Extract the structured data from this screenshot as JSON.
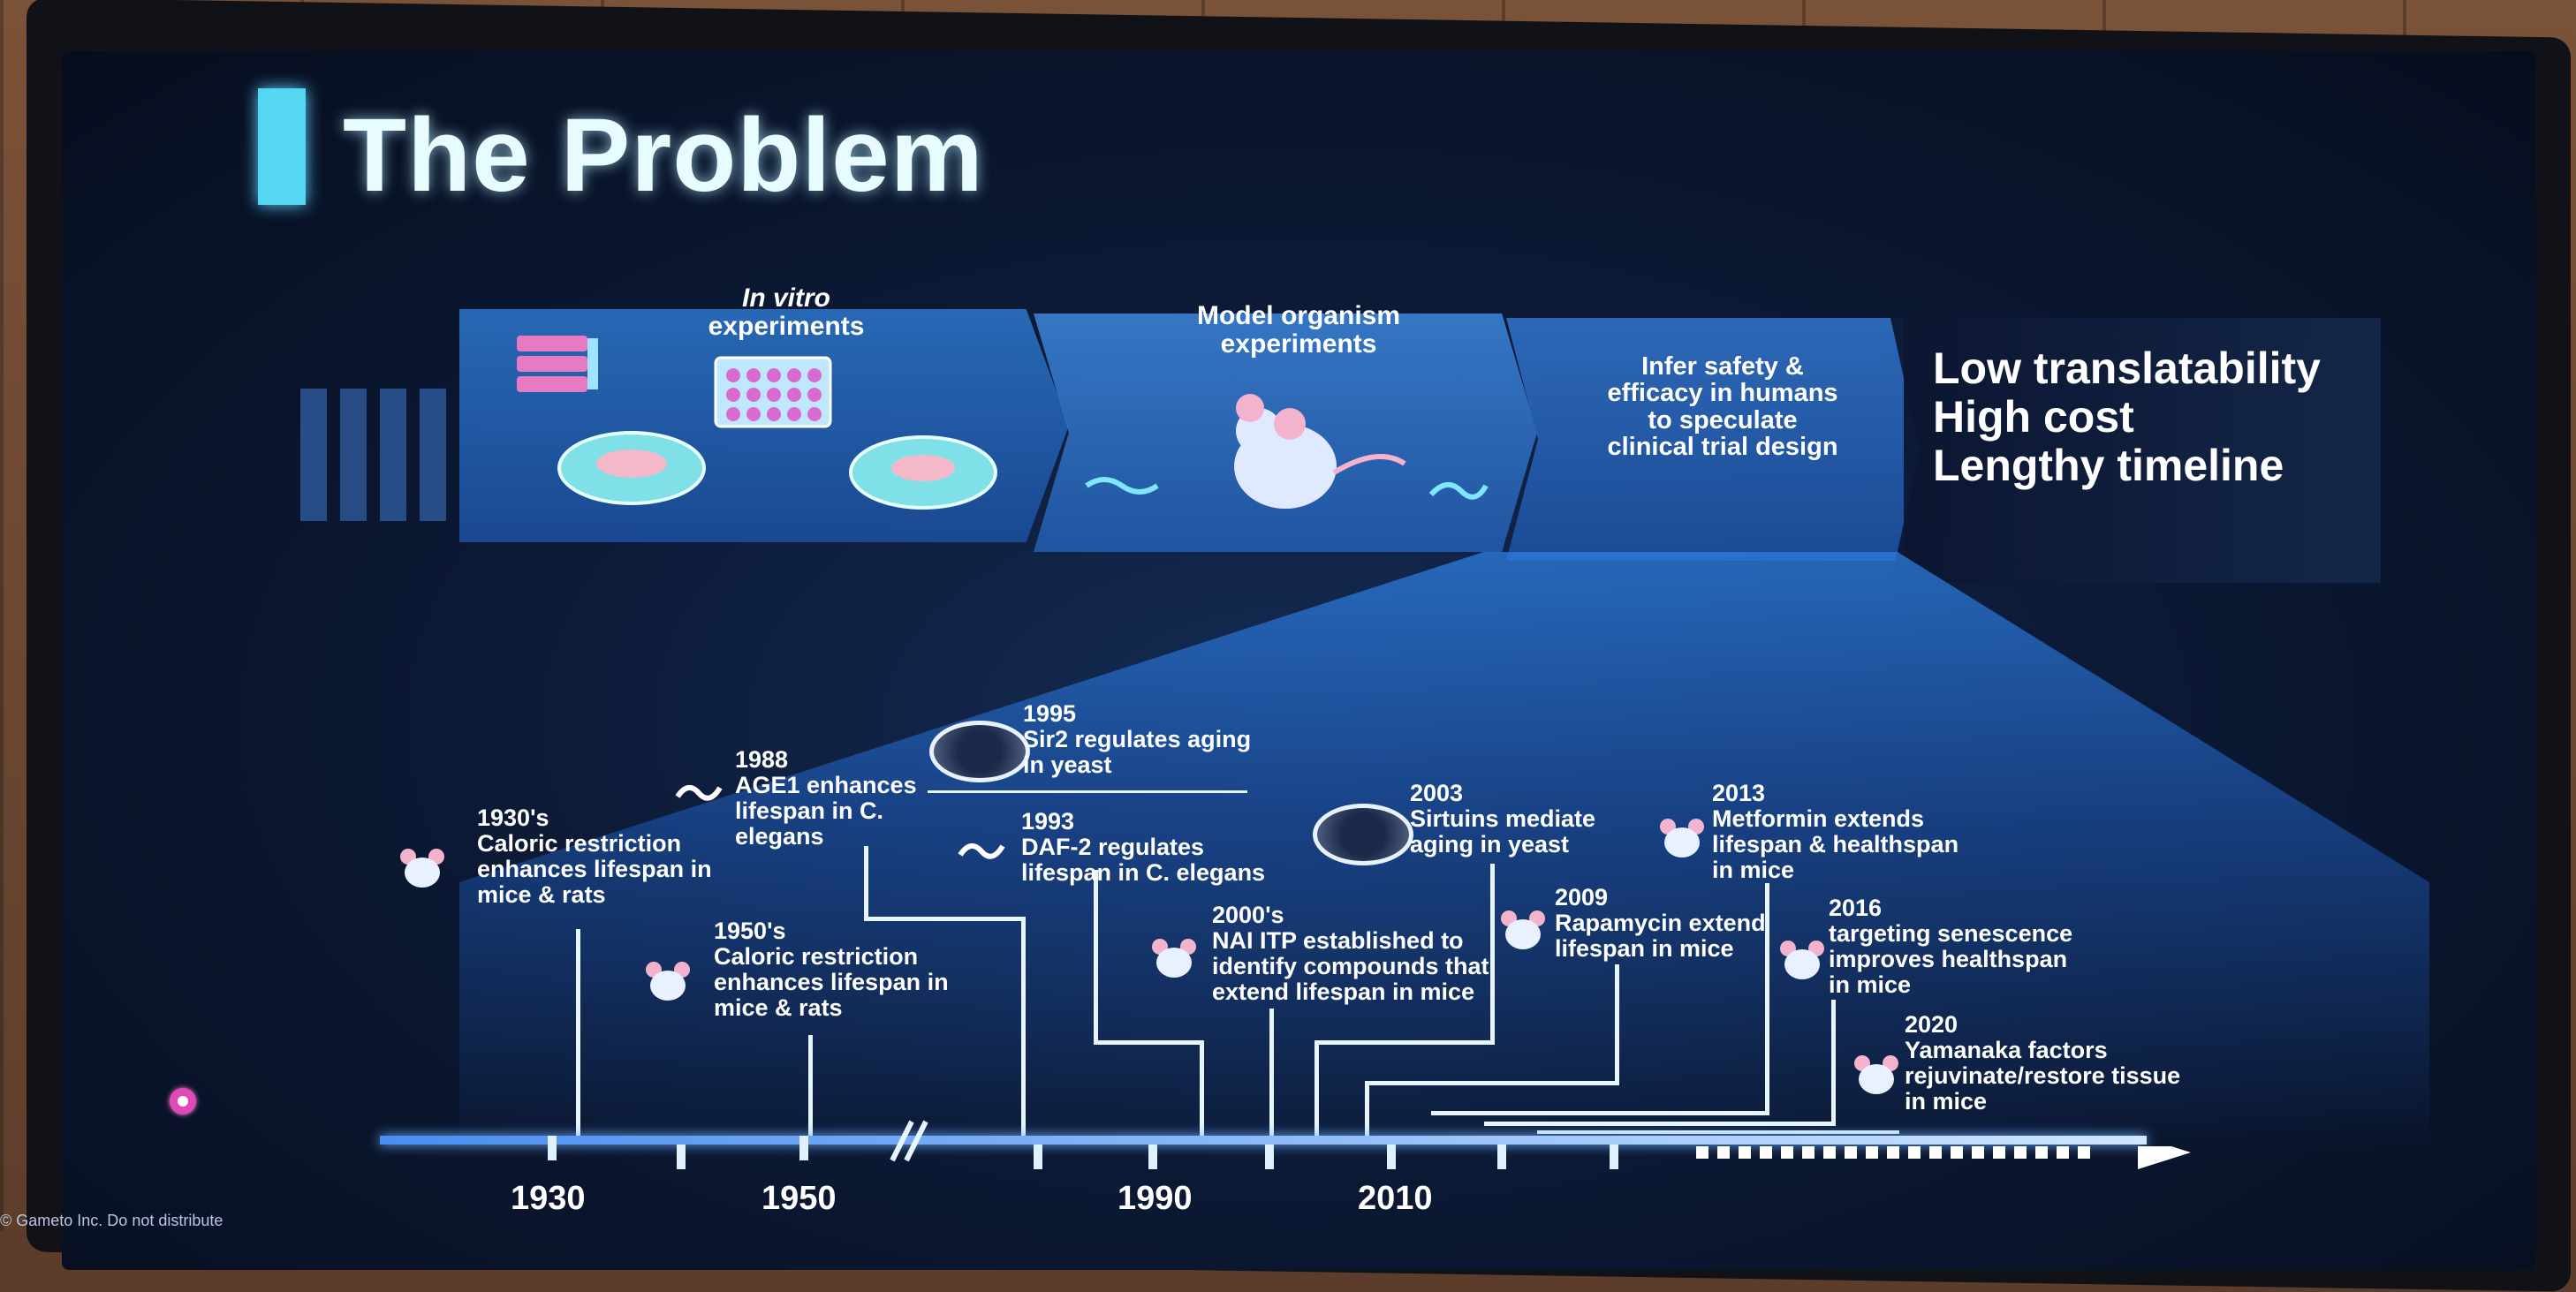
{
  "slide": {
    "title": "The Problem"
  },
  "pipeline": {
    "invitro_label_1": "In vitro",
    "invitro_label_2": "experiments",
    "model_label_1": "Model organism",
    "model_label_2": "experiments",
    "infer_label": [
      "Infer safety &",
      "efficacy in humans",
      "to speculate",
      "clinical trial design"
    ],
    "claims": [
      "Low translatability",
      "High cost",
      "Lengthy timeline"
    ]
  },
  "timeline": {
    "years": [
      "1930",
      "1950",
      "1990",
      "2010"
    ],
    "events": [
      {
        "year": "1930's",
        "text": [
          "Caloric restriction",
          "enhances lifespan in",
          "mice & rats"
        ],
        "icon": "mouse-icon"
      },
      {
        "year": "1950's",
        "text": [
          "Caloric restriction",
          "enhances lifespan in",
          "mice & rats"
        ],
        "icon": "mouse-icon"
      },
      {
        "year": "1988",
        "text": [
          "AGE1 enhances",
          "lifespan in C.",
          "elegans"
        ],
        "icon": "worm-icon"
      },
      {
        "year": "1995",
        "text": [
          "Sir2 regulates aging",
          "in yeast"
        ],
        "icon": "petri-dish-icon"
      },
      {
        "year": "1993",
        "text": [
          "DAF-2 regulates",
          "lifespan in C. elegans"
        ],
        "icon": "worm-icon"
      },
      {
        "year": "2000's",
        "text": [
          "NAI ITP established to",
          "identify compounds that",
          "extend lifespan in mice"
        ],
        "icon": "mouse-icon"
      },
      {
        "year": "2003",
        "text": [
          "Sirtuins mediate",
          "aging in yeast"
        ],
        "icon": "petri-dish-icon"
      },
      {
        "year": "2009",
        "text": [
          "Rapamycin extend",
          "lifespan in mice"
        ],
        "icon": "mouse-icon"
      },
      {
        "year": "2013",
        "text": [
          "Metformin extends",
          "lifespan & healthspan",
          "in mice"
        ],
        "icon": "mouse-icon"
      },
      {
        "year": "2016",
        "text": [
          "targeting senescence",
          "improves  healthspan",
          "in mice"
        ],
        "icon": "mouse-icon"
      },
      {
        "year": "2020",
        "text": [
          "Yamanaka factors",
          "rejuvinate/restore tissue",
          "in mice"
        ],
        "icon": "mouse-icon"
      }
    ]
  },
  "footer": {
    "copyright": "© Gameto Inc. Do not distribute"
  },
  "colors": {
    "accent": "#57d6f2",
    "panel": "#2a6fc0",
    "background": "#0c1a36"
  }
}
